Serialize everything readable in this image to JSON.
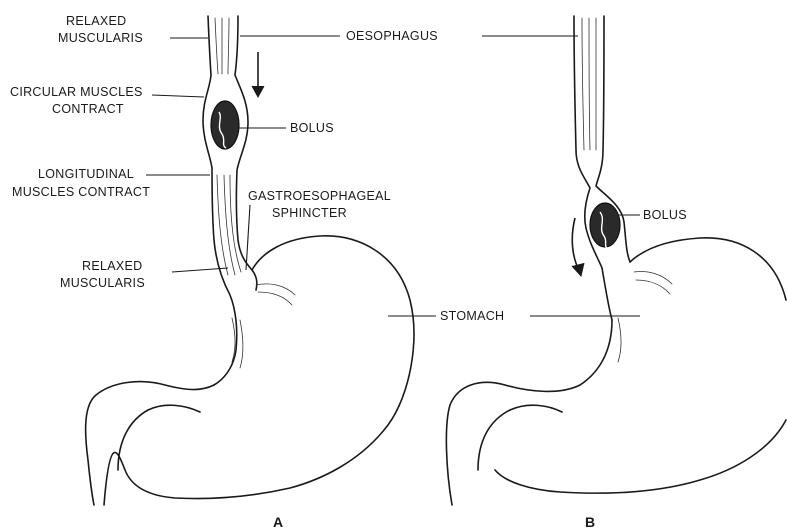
{
  "labels": {
    "relaxed_muscularis_top": [
      "RELAXED",
      "MUSCULARIS"
    ],
    "oesophagus": "OESOPHAGUS",
    "circular_muscles": [
      "CIRCULAR MUSCLES",
      "CONTRACT"
    ],
    "bolus_a": "BOLUS",
    "longitudinal": [
      "LONGITUDINAL",
      "MUSCLES CONTRACT"
    ],
    "sphincter": [
      "GASTROESOPHAGEAL",
      "SPHINCTER"
    ],
    "relaxed_muscularis_bottom": [
      "RELAXED",
      "MUSCULARIS"
    ],
    "stomach": "STOMACH",
    "bolus_b": "BOLUS"
  },
  "panels": {
    "a": "A",
    "b": "B"
  },
  "colors": {
    "ink": "#1a1a1a",
    "paper": "#ffffff",
    "bleed": "#c9b8cf"
  }
}
